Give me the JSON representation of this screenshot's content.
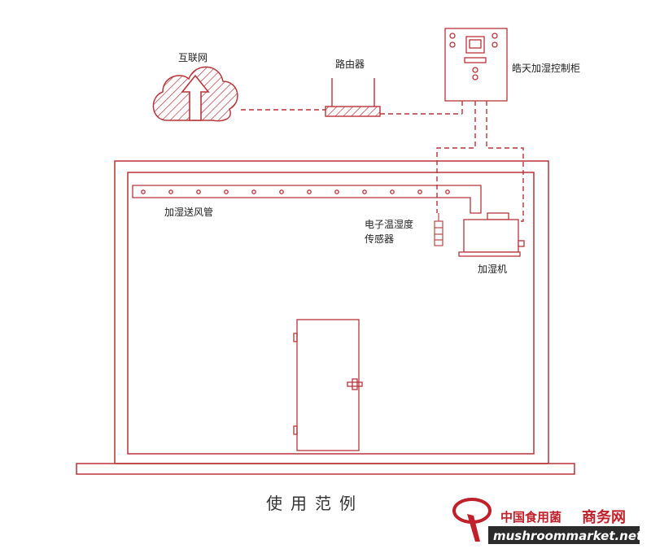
{
  "colors": {
    "line": "#b8343a",
    "text": "#222222",
    "brand": "#c0202a"
  },
  "labels": {
    "internet": "互联网",
    "router": "路由器",
    "control_cabinet": "皓天加湿控制柜",
    "air_duct": "加湿送风管",
    "sensor_line1": "电子温湿度",
    "sensor_line2": "传感器",
    "humidifier": "加湿机"
  },
  "caption": "使用范例",
  "watermark": {
    "brand_part1": "中国食用菌",
    "brand_part2": "商务网",
    "url": "mushroommarket.net"
  },
  "icons": {
    "cloud": "cloud-upload-icon",
    "router": "router-icon",
    "cabinet": "control-cabinet-icon",
    "humidifier": "humidifier-icon",
    "sensor": "sensor-icon",
    "door": "door-icon",
    "logo": "brand-logo-icon"
  }
}
